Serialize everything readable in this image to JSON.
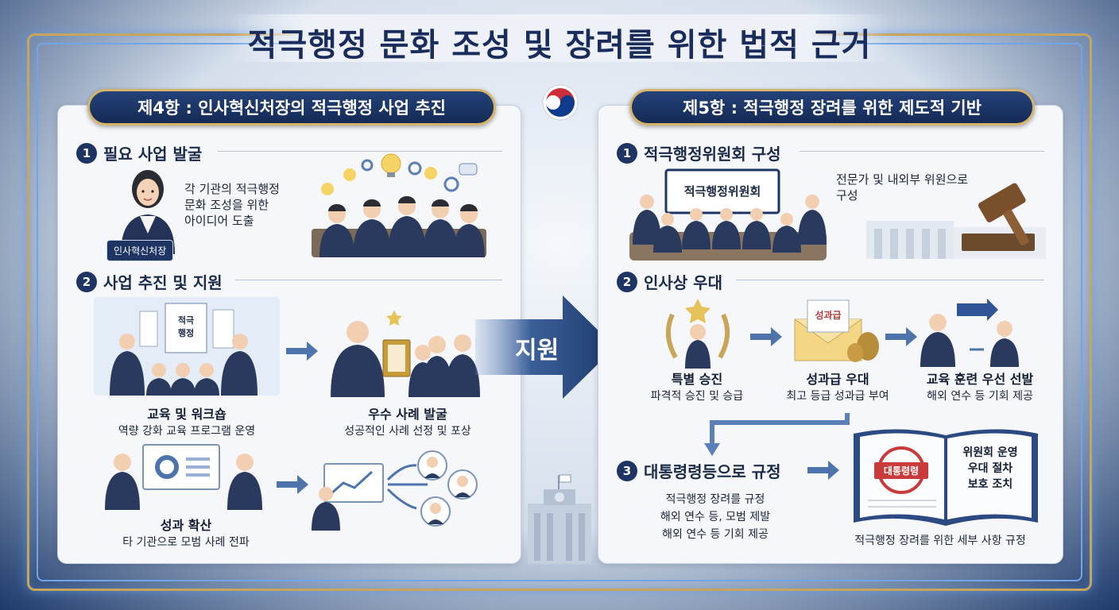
{
  "title": "적극행정 문화 조성 및 장려를 위한 법적 근거",
  "left": {
    "header": "제4항 : 인사혁신처장의 적극행정 사업 추진",
    "sec1": {
      "num": "1",
      "title": "필요 사업 발굴",
      "desc": [
        "각 기관의 적극행정",
        "문화 조성을 위한",
        "아이디어 도출"
      ],
      "person_tag": "인사혁신처장"
    },
    "sec2": {
      "num": "2",
      "title": "사업 추진 및 지원",
      "banner_text": [
        "적극",
        "행정"
      ],
      "items": [
        {
          "title": "교육 및 워크숍",
          "desc": "역량 강화 교육 프로그램 운영"
        },
        {
          "title": "우수 사례 발굴",
          "desc": "성공적인 사례 선정 및 포상"
        },
        {
          "title": "성과 확산",
          "desc": "타 기관으로 모범 사례 전파"
        }
      ]
    }
  },
  "center": {
    "arrow_label": "지원"
  },
  "right": {
    "header": "제5항 : 적극행정 장려를 위한 제도적 기반",
    "sec1": {
      "num": "1",
      "title": "적극행정위원회 구성",
      "board": "적극행정위원회",
      "desc": [
        "전문가 및 내외부 위원으로",
        "구성"
      ]
    },
    "sec2": {
      "num": "2",
      "title": "인사상 우대",
      "envelope": "성과급",
      "items": [
        {
          "title": "특별 승진",
          "desc": "파격적 승진 및 승급"
        },
        {
          "title": "성과급 우대",
          "desc": "최고 등급 성과급 부여"
        },
        {
          "title": "교육 훈련 우선 선발",
          "desc": "해외 연수 등 기회 제공"
        }
      ]
    },
    "sec3": {
      "num": "3",
      "title": "대통령령등으로 규정",
      "desc": [
        "적극행정 장려를 규정",
        "해외 연수 등, 모범 제발",
        "해외 연수 등 기회 제공"
      ],
      "book_stamp": "대통령령",
      "book_lines": [
        "위원회 운영",
        "우대 절차",
        "보호 조치"
      ],
      "book_caption": "적극행정 장려를 위한 세부 사항 규정"
    }
  },
  "colors": {
    "navy": "#1e3564",
    "gold": "#d7b36a",
    "accent_blue": "#3a6fb8"
  }
}
